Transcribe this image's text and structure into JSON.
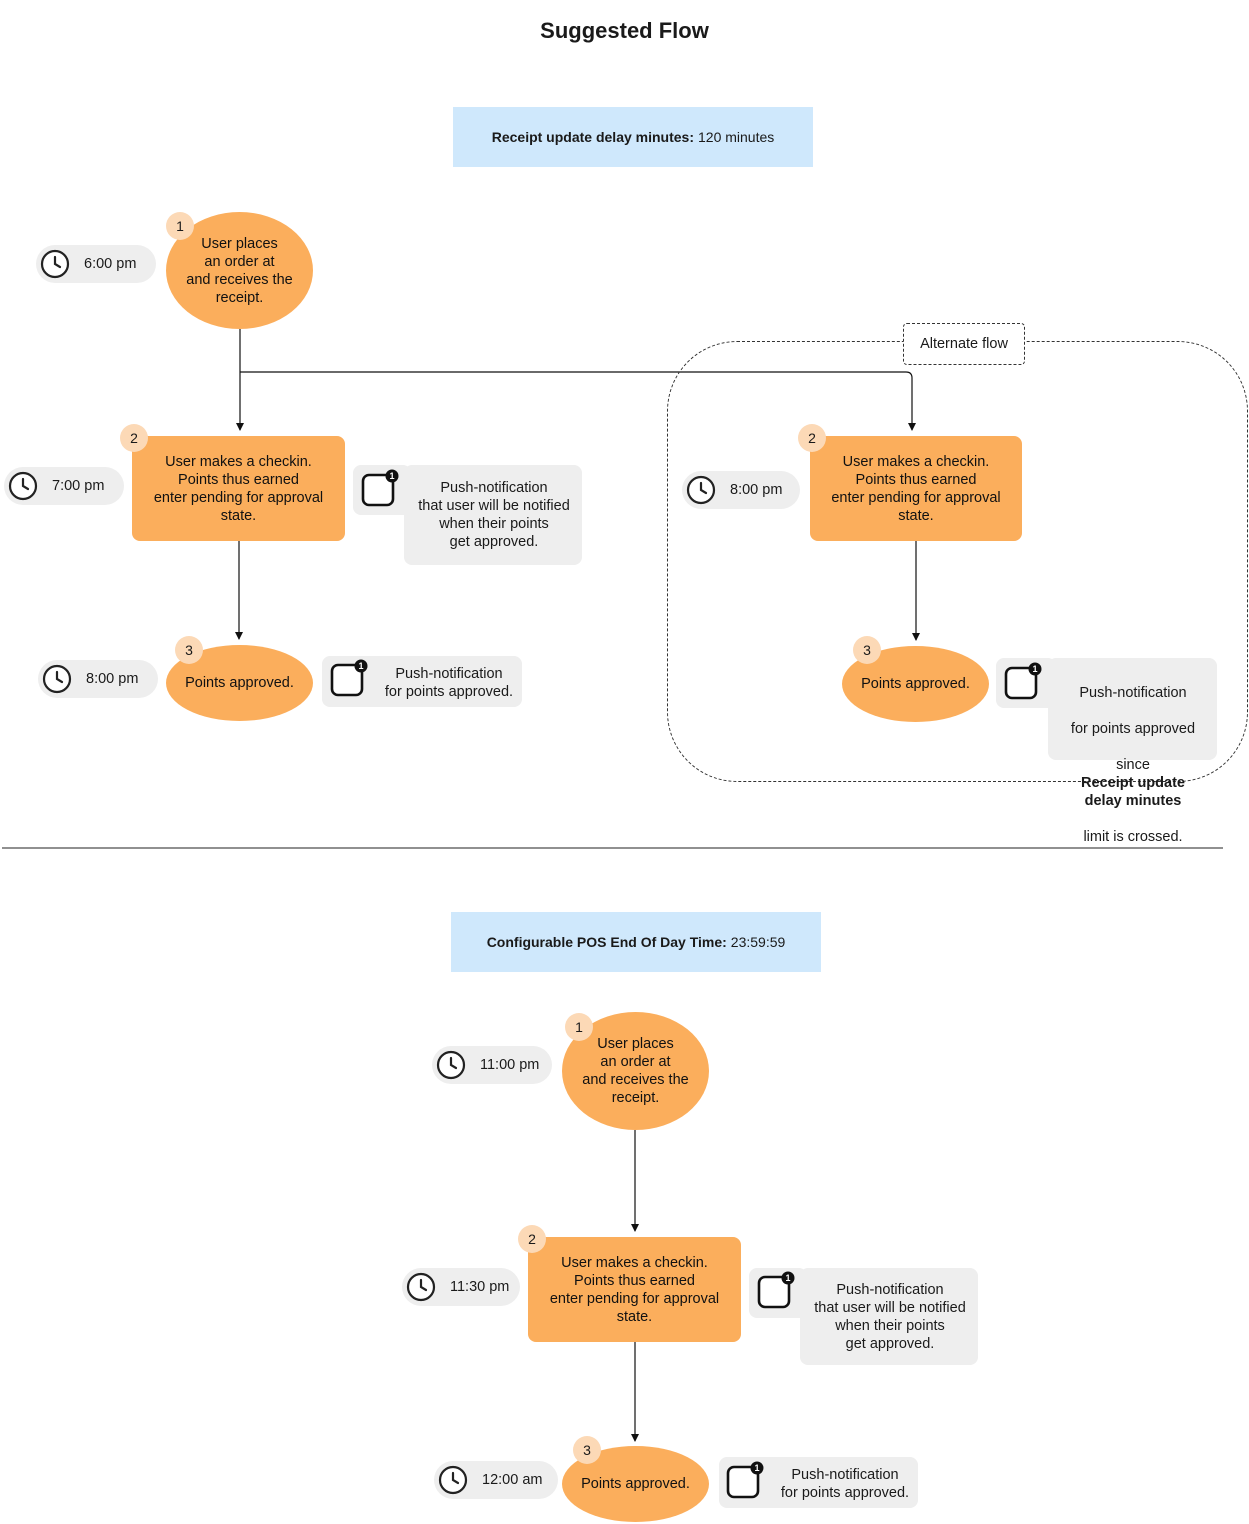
{
  "title": "Suggested Flow",
  "colors": {
    "node": "#fbae5c",
    "step_badge": "#fcd9b6",
    "param_box": "#cfe8fc",
    "pill": "#eeeeee",
    "line": "#111111"
  },
  "flow1": {
    "param": {
      "label": "Receipt update delay minutes:",
      "value": "120 minutes"
    },
    "step1": {
      "num": "1",
      "text": "User places\nan order at\nand receives the\nreceipt.",
      "time": "6:00 pm"
    },
    "step2": {
      "num": "2",
      "text": "User makes a checkin.\nPoints thus earned\nenter pending for approval\nstate.",
      "time": "7:00 pm",
      "notification": "Push-notification\nthat user will be notified\nwhen their points\nget approved."
    },
    "step3": {
      "num": "3",
      "text": "Points approved.",
      "time": "8:00 pm",
      "notification": "Push-notification\nfor points approved."
    },
    "alternate": {
      "label": "Alternate flow",
      "step2": {
        "num": "2",
        "text": "User makes a checkin.\nPoints thus earned\nenter pending for approval\nstate.",
        "time": "8:00 pm"
      },
      "step3": {
        "num": "3",
        "text": "Points approved.",
        "notification_line1": "Push-notification",
        "notification_line2": "for points approved",
        "notification_prefix": "since",
        "notification_bold": "Receipt update\ndelay minutes",
        "notification_suffix": "limit is crossed."
      }
    }
  },
  "flow2": {
    "param": {
      "label": "Configurable POS End Of Day Time:",
      "value": "23:59:59"
    },
    "step1": {
      "num": "1",
      "text": "User places\nan order at\nand receives the\nreceipt.",
      "time": "11:00 pm"
    },
    "step2": {
      "num": "2",
      "text": "User makes a checkin.\nPoints thus earned\nenter pending for approval\nstate.",
      "time": "11:30 pm",
      "notification": "Push-notification\nthat user will be notified\nwhen their points\nget approved."
    },
    "step3": {
      "num": "3",
      "text": "Points approved.",
      "time": "12:00 am",
      "notification": "Push-notification\nfor points approved."
    }
  },
  "icons": {
    "clock": "clock-icon",
    "notification": "notification-app-icon"
  }
}
